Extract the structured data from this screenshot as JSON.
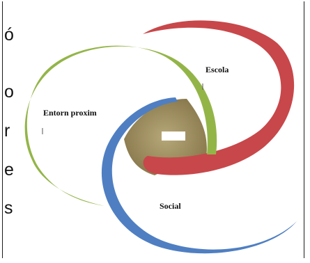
{
  "side_text": [
    "ó",
    "o",
    "r",
    "e",
    "s"
  ],
  "diagram": {
    "labels": {
      "escola": "Escola",
      "entorn": "Entorn proxim",
      "social": "Social"
    },
    "colors": {
      "escola": "#c8474a",
      "entorn": "#93b548",
      "social": "#4f7fc2",
      "center": "#9e8f63"
    }
  }
}
